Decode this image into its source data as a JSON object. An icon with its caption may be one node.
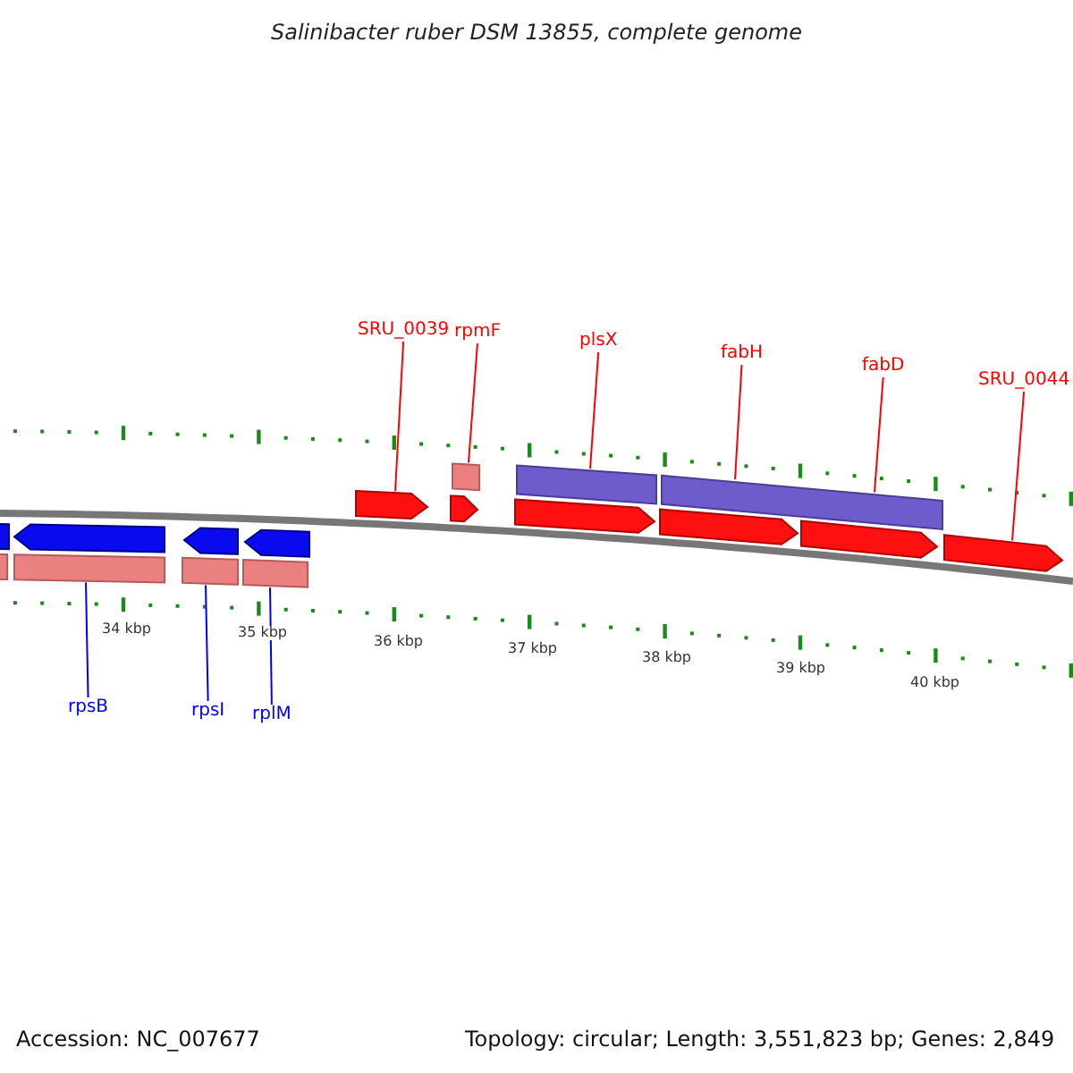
{
  "diagram": {
    "title": "Salinibacter ruber DSM 13855, complete genome",
    "nodes": [
      {
        "text": [
          "SRU_0039"
        ]
      },
      {
        "text": [
          "rpmF"
        ]
      },
      {
        "text": [
          "plsX"
        ]
      },
      {
        "text": [
          "fabH"
        ]
      },
      {
        "text": [
          "fabD"
        ]
      },
      {
        "text": [
          "SRU_0044"
        ]
      },
      {
        "text": [
          "rpsB"
        ]
      },
      {
        "text": [
          "rpsI"
        ]
      },
      {
        "text": [
          "rplM"
        ]
      },
      {
        "text": [],
        "shape": "bar"
      },
      {
        "text": [],
        "shape": "bar"
      },
      {
        "text": [],
        "shape": "bar"
      },
      {
        "text": [],
        "shape": "pentagon"
      },
      {
        "text": [],
        "shape": "pentagon"
      },
      {
        "text": [],
        "shape": "pentagon"
      },
      {
        "text": [],
        "shape": "pentagon"
      },
      {
        "text": [],
        "shape": "pentagon"
      },
      {
        "text": [],
        "shape": "pentagon"
      },
      {
        "text": [],
        "shape": "pentagon"
      },
      {
        "text": [],
        "shape": "pentagon"
      },
      {
        "text": [],
        "shape": "pentagon"
      },
      {
        "text": [],
        "shape": "pentagon"
      },
      {
        "text": [],
        "shape": "bar"
      },
      {
        "text": [],
        "shape": "bar"
      },
      {
        "text": [],
        "shape": "bar"
      },
      {
        "text": [],
        "shape": "bar"
      }
    ],
    "edges": [
      {
        "from": 0,
        "to": 12,
        "arrow": "none",
        "color": "#ff0000"
      },
      {
        "from": 1,
        "to": 9,
        "arrow": "none",
        "color": "#ff0000"
      },
      {
        "from": 2,
        "to": 10,
        "arrow": "none",
        "color": "#ff0000"
      },
      {
        "from": 3,
        "to": 11,
        "arrow": "none",
        "color": "#ff0000"
      },
      {
        "from": 4,
        "to": 11,
        "arrow": "none",
        "color": "#ff0000"
      },
      {
        "from": 5,
        "to": 17,
        "arrow": "none",
        "color": "#ff0000"
      },
      {
        "from": 6,
        "to": 23,
        "arrow": "none",
        "color": "#0000ff"
      },
      {
        "from": 7,
        "to": 24,
        "arrow": "none",
        "color": "#0000ff"
      },
      {
        "from": 8,
        "to": 25,
        "arrow": "none",
        "color": "#0000ff"
      }
    ],
    "labels": [
      "34 kbp",
      "35 kbp",
      "36 kbp",
      "37 kbp",
      "38 kbp",
      "39 kbp",
      "40 kbp",
      "Accession: NC_007677",
      "Topology: circular; Length: 3,551,823 bp; Genes: 2,849"
    ]
  }
}
